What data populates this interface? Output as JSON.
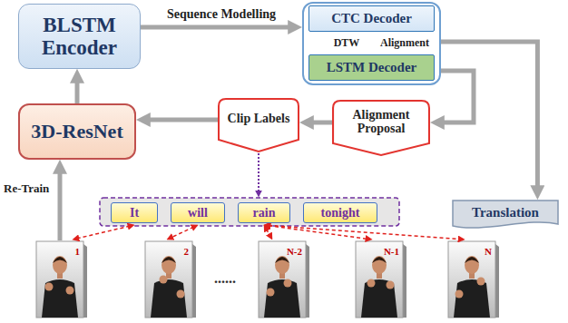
{
  "diagram": {
    "nodes": [
      {
        "text": [
          "BLSTM Encoder"
        ]
      },
      {
        "text": []
      },
      {
        "text": [
          "CTC Decoder"
        ],
        "in": 1
      },
      {
        "text": [
          "LSTM Decoder"
        ],
        "in": 1
      },
      {
        "text": [
          "3D-ResNet"
        ]
      },
      {
        "text": [
          "Clip Labels"
        ]
      },
      {
        "text": [
          "Alignment Proposal"
        ]
      },
      {
        "text": [
          "Translation"
        ]
      },
      {
        "text": [
          "It"
        ]
      },
      {
        "text": [
          "will"
        ]
      },
      {
        "text": [
          "rain"
        ]
      },
      {
        "text": [
          "tonight"
        ]
      }
    ],
    "edges": [
      {
        "from": 0,
        "to": 1,
        "arrow": "to",
        "label": "Sequence Modelling"
      },
      {
        "from": 2,
        "to": 3,
        "arrow": "both",
        "label": "DTW"
      },
      {
        "from": 1,
        "to": 7,
        "arrow": "to"
      },
      {
        "from": 1,
        "to": 6,
        "arrow": "to"
      },
      {
        "from": 6,
        "to": 5,
        "arrow": "to"
      },
      {
        "from": 5,
        "to": 4,
        "arrow": "to"
      },
      {
        "from": 4,
        "to": 0,
        "arrow": "to"
      }
    ],
    "labels": [
      "Alignment",
      "Re-Train",
      "1",
      "2",
      "......",
      "N-2",
      "N-1",
      "N"
    ]
  }
}
